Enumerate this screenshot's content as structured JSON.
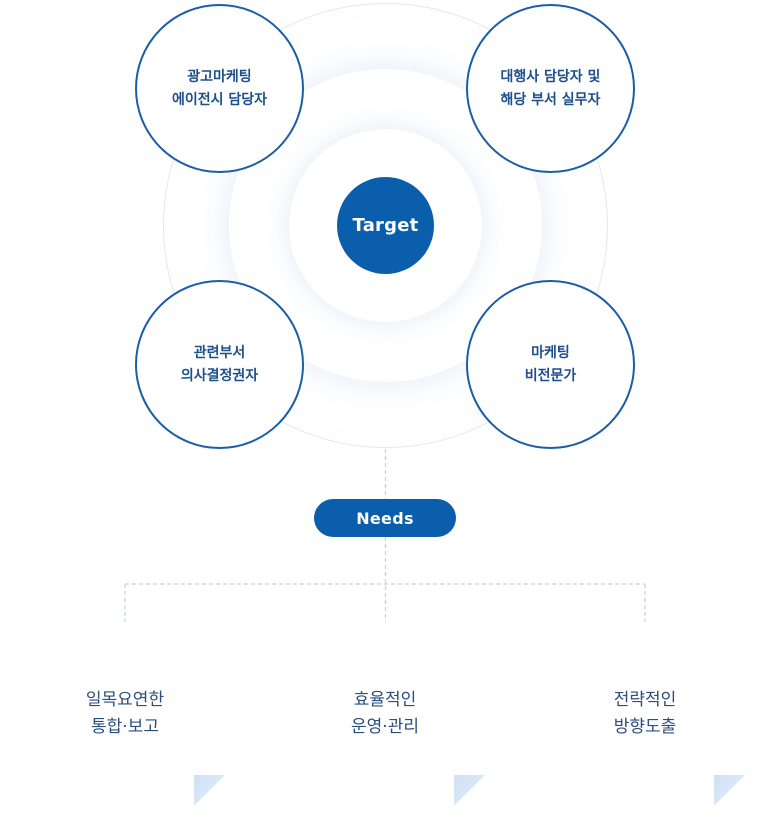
{
  "target": {
    "label": "Target"
  },
  "personas": {
    "top_left": [
      "광고마케팅",
      "에이전시 담당자"
    ],
    "top_right": [
      "대행사 담당자 및",
      "해당 부서 실무자"
    ],
    "bottom_left": [
      "관련부서",
      "의사결정권자"
    ],
    "bottom_right": [
      "마케팅",
      "비전문가"
    ]
  },
  "needs": {
    "label": "Needs"
  },
  "cards": [
    {
      "line1": "일목요연한",
      "line2": "통합·보고"
    },
    {
      "line1": "효율적인",
      "line2": "운영·관리"
    },
    {
      "line1": "전략적인",
      "line2": "방향도출"
    }
  ],
  "colors": {
    "primary": "#0a5eab",
    "circle_border": "#1b5ea7",
    "persona_text": "#1d4f8a",
    "card_text": "#2a4f7d",
    "dashed_line": "#b9d3ec",
    "fold": "#d6e6f7"
  }
}
